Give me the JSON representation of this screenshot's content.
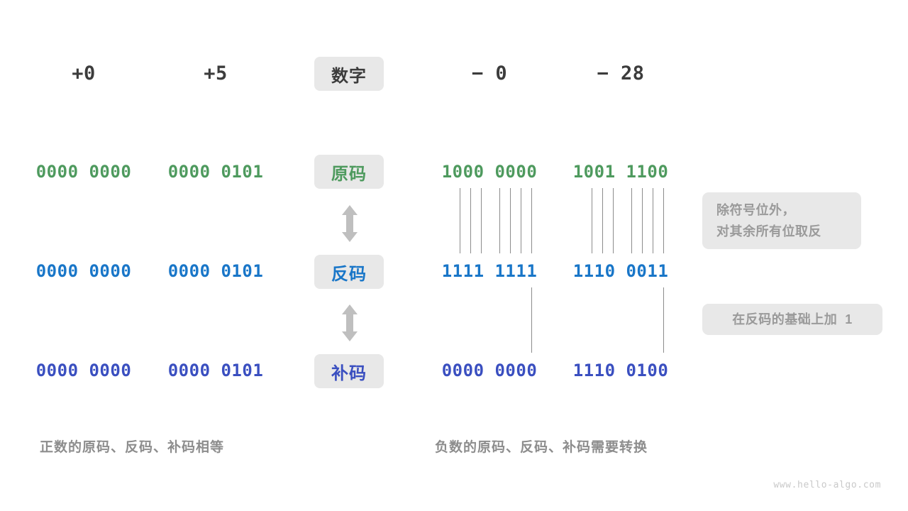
{
  "columns": {
    "headers": [
      {
        "label": "+0",
        "sign": "positive"
      },
      {
        "label": "+5",
        "sign": "positive"
      },
      {
        "label": "− 0",
        "sign": "negative"
      },
      {
        "label": "− 28",
        "sign": "negative"
      }
    ]
  },
  "center_labels": {
    "header": "数字",
    "true_form": "原码",
    "ones_complement": "反码",
    "twos_complement": "补码"
  },
  "rows": {
    "true_form": {
      "plus_zero": "0000 0000",
      "plus_five": "0000 0101",
      "minus_zero": "1000 0000",
      "minus_twentyeight": "1001 1100"
    },
    "ones_complement": {
      "plus_zero": "0000 0000",
      "plus_five": "0000 0101",
      "minus_zero": "1111 1111",
      "minus_twentyeight": "1110 0011"
    },
    "twos_complement": {
      "plus_zero": "0000 0000",
      "plus_five": "0000 0101",
      "minus_zero": "0000 0000",
      "minus_twentyeight": "1110 0100"
    }
  },
  "notes": {
    "invert_line1": "除符号位外，",
    "invert_line2": "对其余所有位取反",
    "plus_one": "在反码的基础上加  1"
  },
  "captions": {
    "left": "正数的原码、反码、补码相等",
    "right": "负数的原码、反码、补码需要转换"
  },
  "watermark": "www.hello-algo.com",
  "colors": {
    "true_form": "#4e9a5e",
    "ones_complement": "#1976c8",
    "twos_complement": "#3a4fc0",
    "chip_bg": "#e8e8e8",
    "note_text": "#9a9a9a",
    "caption": "#8d8d8d",
    "connector": "#8c8c8c",
    "arrow": "#bfbfbf",
    "background": "#ffffff"
  }
}
